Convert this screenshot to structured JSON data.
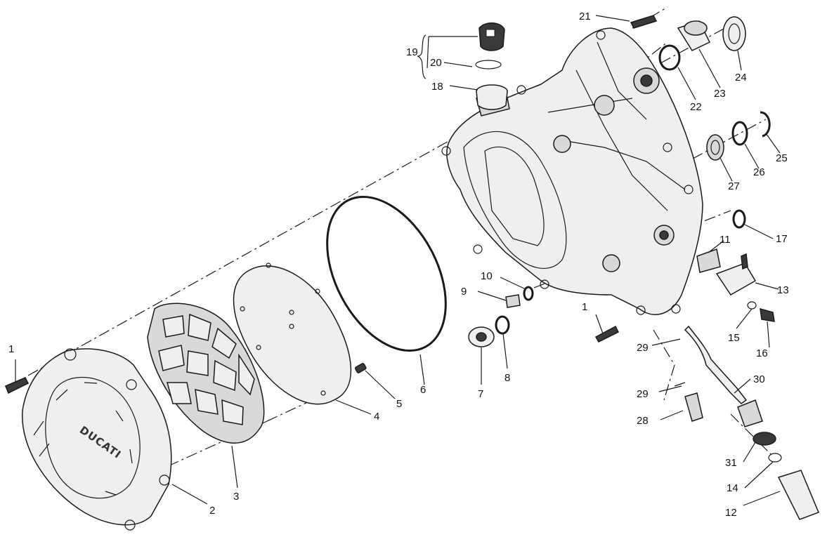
{
  "diagram": {
    "logo_text": "DUCATI",
    "callouts": [
      {
        "id": "c1a",
        "label": "1"
      },
      {
        "id": "c1b",
        "label": "1"
      },
      {
        "id": "c2",
        "label": "2"
      },
      {
        "id": "c3",
        "label": "3"
      },
      {
        "id": "c4",
        "label": "4"
      },
      {
        "id": "c5",
        "label": "5"
      },
      {
        "id": "c6",
        "label": "6"
      },
      {
        "id": "c7",
        "label": "7"
      },
      {
        "id": "c8",
        "label": "8"
      },
      {
        "id": "c9",
        "label": "9"
      },
      {
        "id": "c10",
        "label": "10"
      },
      {
        "id": "c11",
        "label": "11"
      },
      {
        "id": "c12",
        "label": "12"
      },
      {
        "id": "c13",
        "label": "13"
      },
      {
        "id": "c14",
        "label": "14"
      },
      {
        "id": "c15",
        "label": "15"
      },
      {
        "id": "c16",
        "label": "16"
      },
      {
        "id": "c17",
        "label": "17"
      },
      {
        "id": "c18",
        "label": "18"
      },
      {
        "id": "c19",
        "label": "19"
      },
      {
        "id": "c20",
        "label": "20"
      },
      {
        "id": "c21",
        "label": "21"
      },
      {
        "id": "c22",
        "label": "22"
      },
      {
        "id": "c23",
        "label": "23"
      },
      {
        "id": "c24",
        "label": "24"
      },
      {
        "id": "c25",
        "label": "25"
      },
      {
        "id": "c26",
        "label": "26"
      },
      {
        "id": "c27",
        "label": "27"
      },
      {
        "id": "c28",
        "label": "28"
      },
      {
        "id": "c29a",
        "label": "29"
      },
      {
        "id": "c29b",
        "label": "29"
      },
      {
        "id": "c30",
        "label": "30"
      },
      {
        "id": "c31",
        "label": "31"
      }
    ]
  }
}
